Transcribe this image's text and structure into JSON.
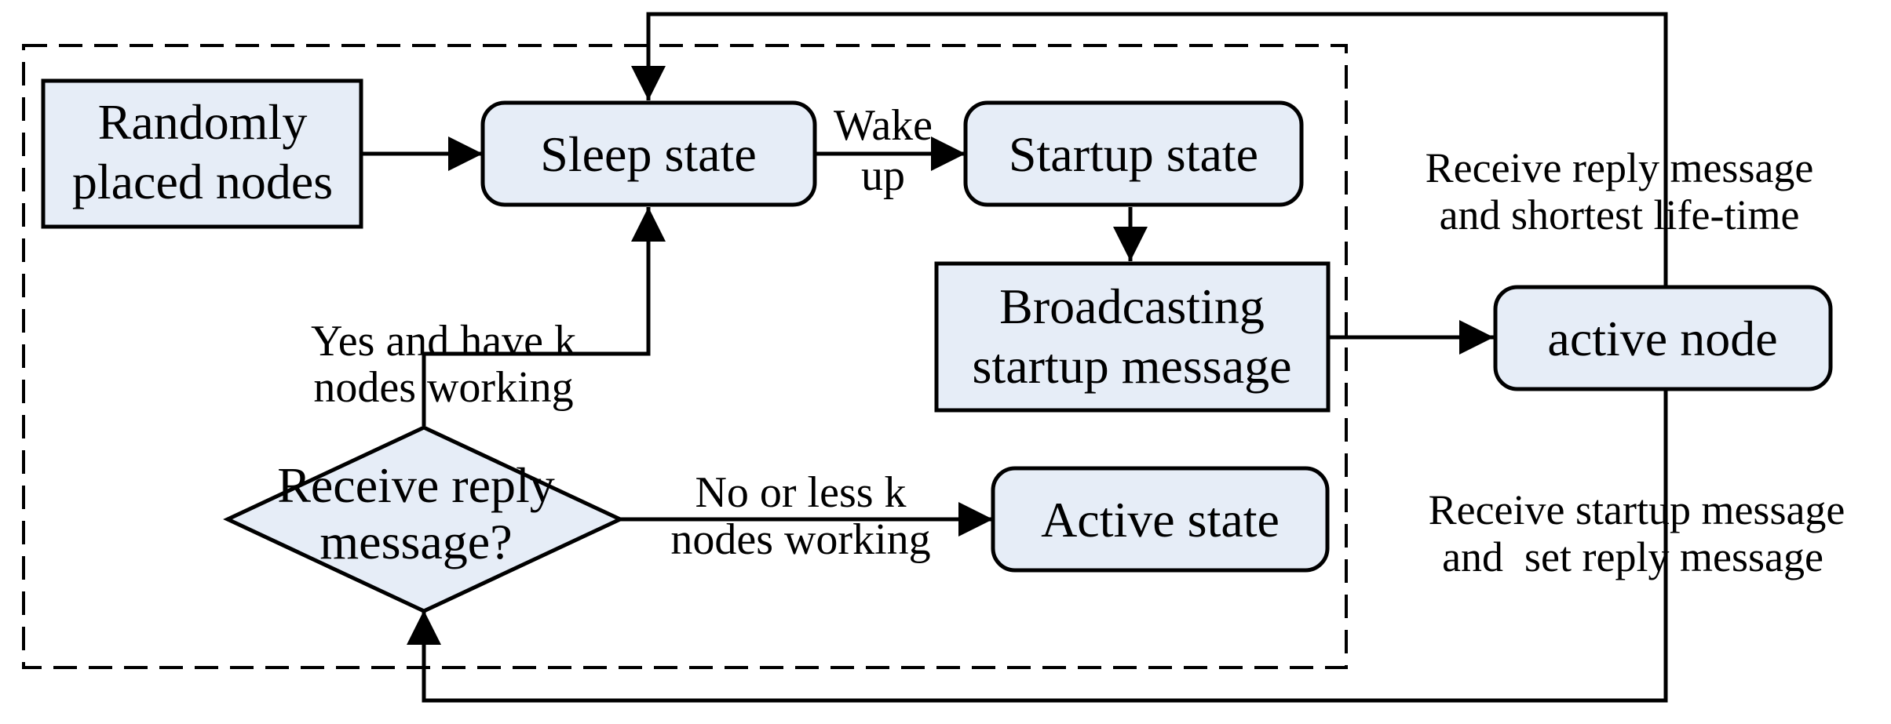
{
  "colors": {
    "node_fill": "#e6edf7",
    "stroke": "#000000",
    "text": "#000000",
    "background": "#ffffff"
  },
  "nodes": {
    "randomly_placed": [
      "Randomly",
      "placed nodes"
    ],
    "sleep_state": "Sleep state",
    "startup_state": "Startup state",
    "broadcasting": [
      "Broadcasting",
      "startup message"
    ],
    "active_node": "active node",
    "decision": [
      "Receive reply",
      "message?"
    ],
    "active_state": "Active state"
  },
  "edge_labels": {
    "wake_up": [
      "Wake",
      "up"
    ],
    "yes_k": [
      "Yes and have k",
      "nodes working"
    ],
    "no_less_k": [
      "No or less k",
      "nodes working"
    ],
    "receive_reply_shortest": [
      "Receive reply message",
      "and shortest life-time"
    ],
    "receive_startup_set_reply": [
      "Receive startup message",
      "and  set reply message"
    ]
  }
}
